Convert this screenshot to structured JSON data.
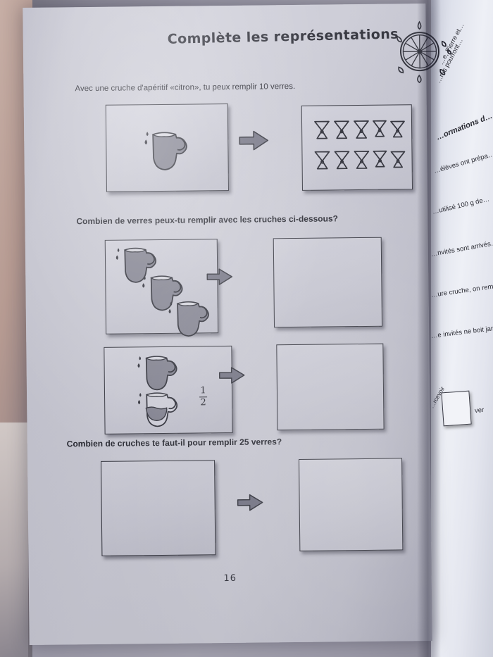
{
  "worksheet": {
    "title": "Complète les représentations",
    "page_number": "16",
    "emblem_icon": "lemon-slice-icon",
    "prompts": {
      "intro": "Avec une cruche d'apéritif «citron», tu peux remplir 10 verres.",
      "question_1": "Combien de verres peux-tu remplir avec les cruches ci-dessous?",
      "question_2": "Combien de cruches te faut-il pour remplir 25 verres?"
    },
    "exercises": [
      {
        "id": "example",
        "left_box": {
          "type": "pitchers",
          "pitcher_count": 1,
          "filled": [
            1
          ]
        },
        "arrow_icon": "right-arrow-icon",
        "right_box": {
          "type": "glasses",
          "glass_count": 10,
          "rows": 2,
          "per_row": 5
        }
      },
      {
        "id": "row-1",
        "left_box": {
          "type": "pitchers",
          "pitcher_count": 3,
          "filled": [
            1,
            1,
            1
          ]
        },
        "arrow_icon": "right-arrow-icon",
        "right_box": {
          "type": "blank-answer",
          "answer": ""
        }
      },
      {
        "id": "row-2",
        "left_box": {
          "type": "pitchers",
          "pitcher_count": 2,
          "filled": [
            1,
            0.5
          ],
          "fraction_label": {
            "numerator": "1",
            "denominator": "2"
          }
        },
        "arrow_icon": "right-arrow-icon",
        "right_box": {
          "type": "blank-answer",
          "answer": ""
        }
      },
      {
        "id": "row-3",
        "left_box": {
          "type": "blank-answer",
          "answer": ""
        },
        "arrow_icon": "right-arrow-icon",
        "right_box": {
          "type": "blank-answer",
          "answer": ""
        }
      }
    ]
  },
  "facing_page": {
    "lines": [
      "…e, Pierre et…",
      "…res pourront…",
      "…ormations d…",
      "…élèves ont prépa…",
      "…utilisé 100 g de…",
      "…nvités sont arrivés…",
      "…ure cruche, on rem…",
      "…e invités ne boit jam…",
      "…rcevoir"
    ],
    "answer_box_label": "ver"
  },
  "colors": {
    "page": "#c8c8d3",
    "ink": "#22232c",
    "pitcher_fill": "#7d7d8c",
    "box_border": "#2d2e38",
    "arrow": "#5a5a6a",
    "desk": "#9a98a6"
  }
}
